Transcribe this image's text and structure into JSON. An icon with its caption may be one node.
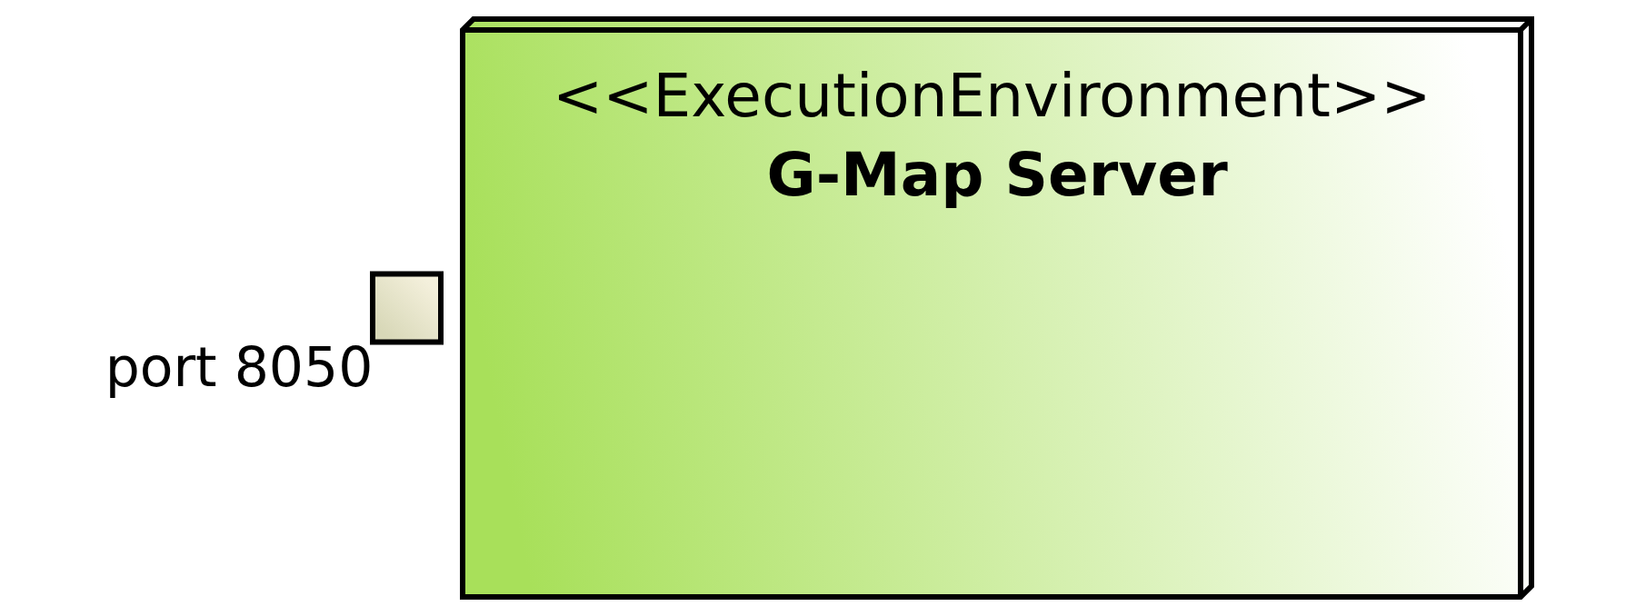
{
  "diagram": {
    "nodes": [
      {
        "text": [
          "<<ExecutionEnvironment>>",
          "G-Map Server"
        ]
      },
      {
        "text": [],
        "shape": "box",
        "beside": [
          "port 8050"
        ]
      }
    ],
    "edges": []
  }
}
